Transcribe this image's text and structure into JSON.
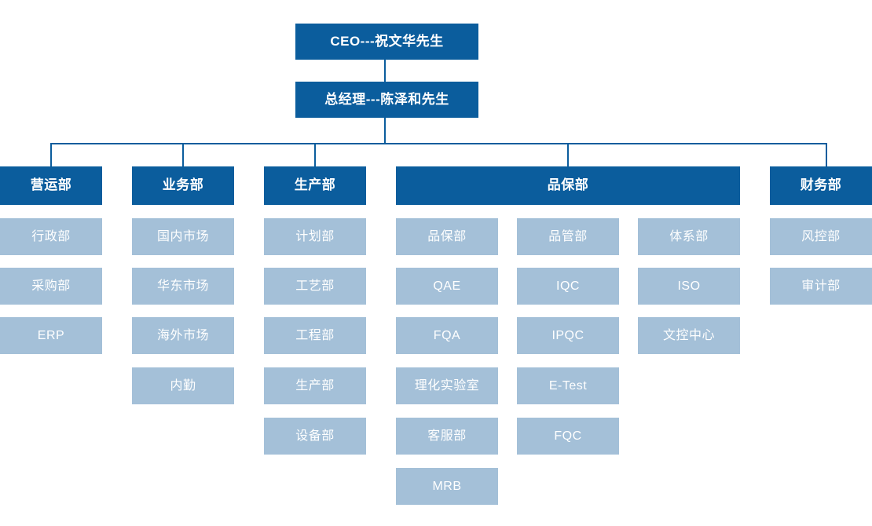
{
  "colors": {
    "dark_blue": "#0b5d9d",
    "light_blue": "#a4c0d8",
    "text": "#ffffff",
    "line": "#0b5d9d",
    "background": "#ffffff"
  },
  "top_nodes": [
    {
      "label": "CEO---祝文华先生"
    },
    {
      "label": "总经理---陈泽和先生"
    }
  ],
  "departments": [
    {
      "label": "营运部",
      "children": [
        "行政部",
        "采购部",
        "ERP"
      ]
    },
    {
      "label": "业务部",
      "children": [
        "国内市场",
        "华东市场",
        "海外市场",
        "内勤"
      ]
    },
    {
      "label": "生产部",
      "children": [
        "计划部",
        "工艺部",
        "工程部",
        "生产部",
        "设备部"
      ]
    },
    {
      "label": "品保部",
      "columns": [
        [
          "品保部",
          "QAE",
          "FQA",
          "理化实验室",
          "客服部",
          "MRB"
        ],
        [
          "品管部",
          "IQC",
          "IPQC",
          "E-Test",
          "FQC"
        ],
        [
          "体系部",
          "ISO",
          "文控中心"
        ]
      ]
    },
    {
      "label": "财务部",
      "children": [
        "风控部",
        "审计部"
      ]
    }
  ]
}
